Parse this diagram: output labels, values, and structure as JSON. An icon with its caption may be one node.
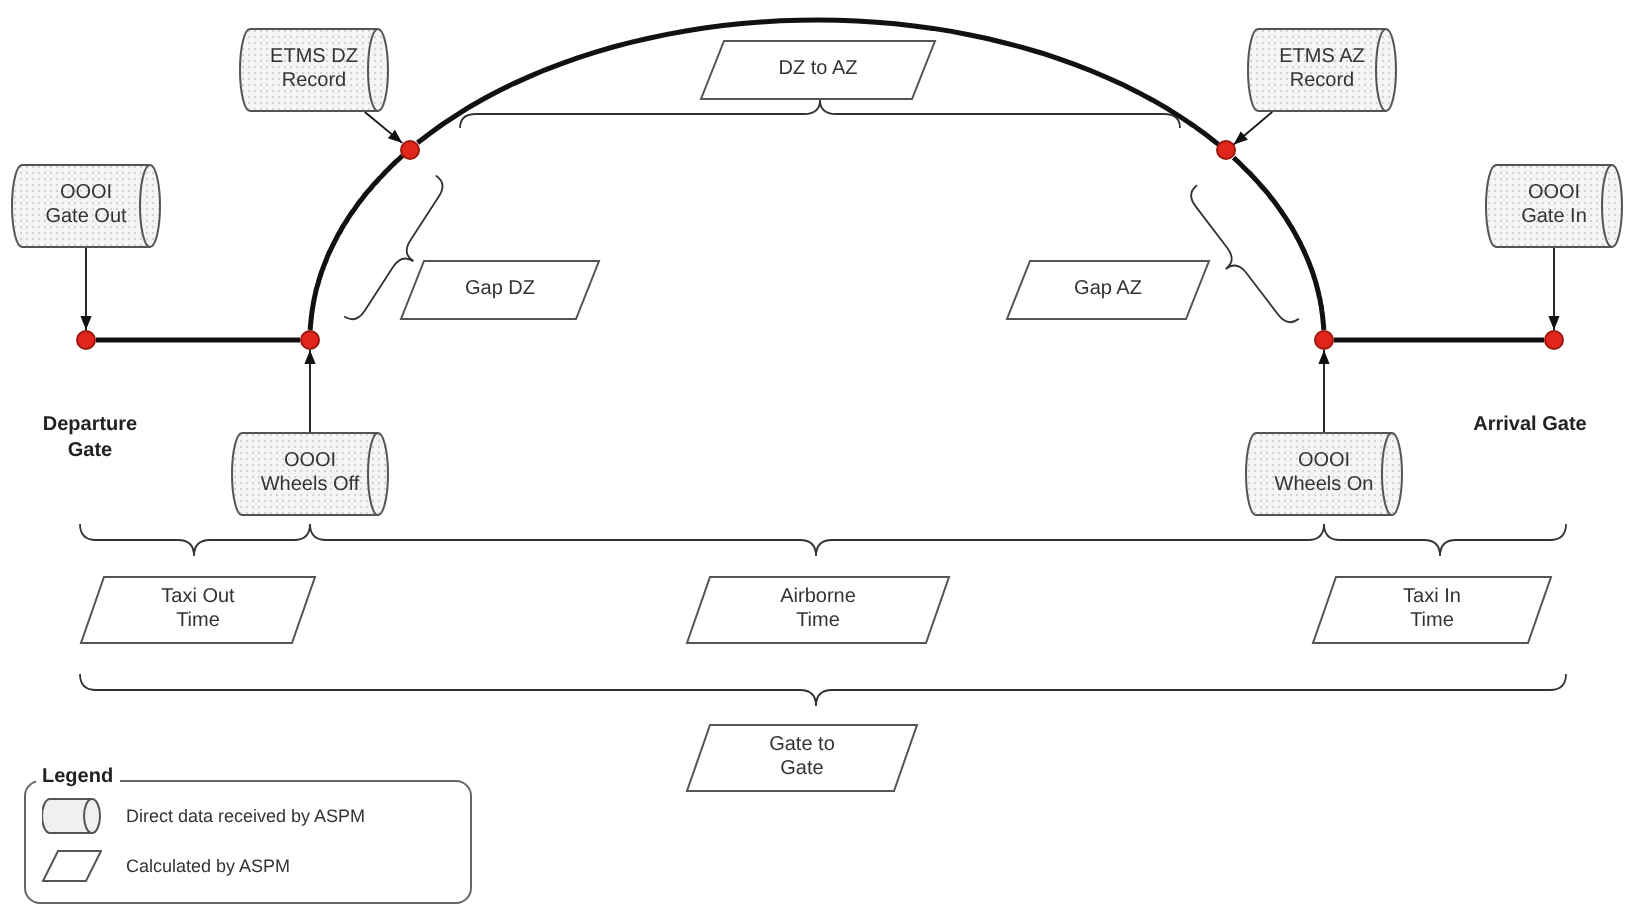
{
  "diagram": {
    "nodes": [
      {
        "text": [
          "ETMS DZ Record"
        ]
      },
      {
        "text": [
          "DZ to AZ"
        ]
      },
      {
        "text": [
          "ETMS AZ Record"
        ]
      },
      {
        "text": [
          "OOOI Gate Out"
        ]
      },
      {
        "text": [
          "OOOI Gate In"
        ]
      },
      {
        "text": [
          "Gap DZ"
        ]
      },
      {
        "text": [
          "Gap AZ"
        ]
      },
      {
        "text": [],
        "shape": "circle"
      },
      {
        "text": [],
        "shape": "circle"
      },
      {
        "text": [],
        "shape": "circle"
      },
      {
        "text": [],
        "shape": "circle"
      },
      {
        "text": [],
        "shape": "circle"
      },
      {
        "text": [],
        "shape": "circle"
      },
      {
        "text": [
          "OOOI Wheels Off"
        ]
      },
      {
        "text": [
          "OOOI Wheels On"
        ]
      },
      {
        "text": [
          "Taxi Out Time"
        ]
      },
      {
        "text": [
          "Airborne Time"
        ]
      },
      {
        "text": [
          "Taxi In Time"
        ]
      },
      {
        "text": [
          "Gate to Gate"
        ]
      }
    ],
    "edges": [
      {
        "from": 3,
        "to": 7,
        "arrow": "to"
      },
      {
        "from": 13,
        "to": 8,
        "arrow": "to"
      },
      {
        "from": 0,
        "to": 9,
        "arrow": "to"
      },
      {
        "from": 2,
        "to": 10,
        "arrow": "to"
      },
      {
        "from": 14,
        "to": 11,
        "arrow": "to"
      },
      {
        "from": 4,
        "to": 12,
        "arrow": "to"
      },
      {
        "from": 7,
        "to": 8,
        "arrow": "none",
        "style": "thick"
      },
      {
        "from": 8,
        "to": 9,
        "arrow": "none",
        "style": "thick"
      },
      {
        "from": 9,
        "to": 10,
        "arrow": "none",
        "style": "thick"
      },
      {
        "from": 10,
        "to": 11,
        "arrow": "none",
        "style": "thick"
      },
      {
        "from": 11,
        "to": 12,
        "arrow": "none",
        "style": "thick"
      }
    ],
    "labels": [
      "Departure Gate",
      "Arrival Gate",
      "Legend"
    ],
    "legend": [
      {
        "text": "Direct data received by ASPM"
      },
      {
        "text": "Calculated by ASPM"
      }
    ]
  }
}
